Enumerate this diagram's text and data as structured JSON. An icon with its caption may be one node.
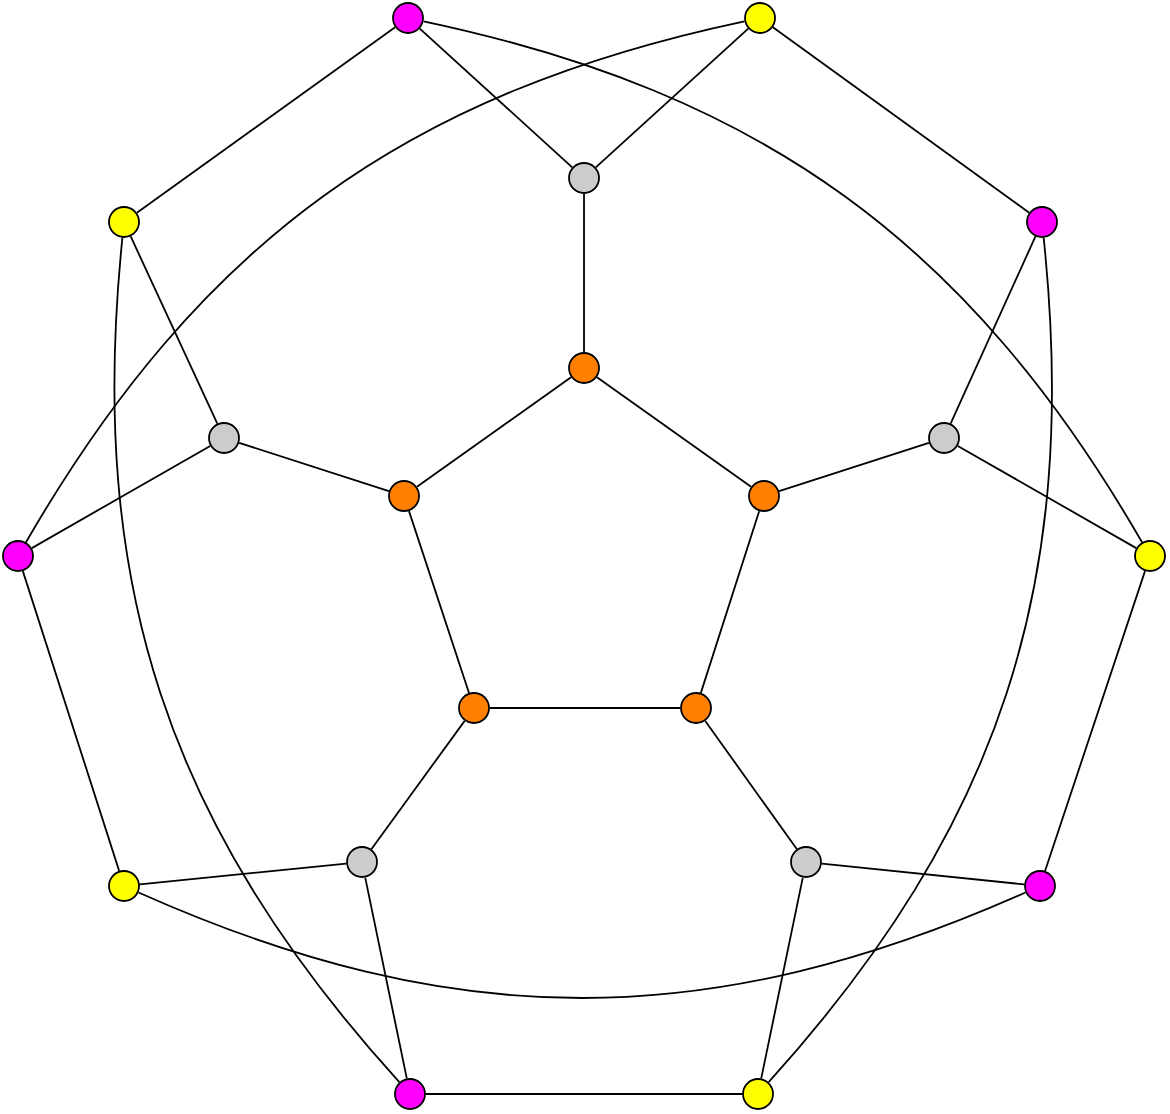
{
  "diagram": {
    "nodes": [
      {
        "text": [],
        "shape": "circle"
      },
      {
        "text": [],
        "shape": "circle"
      },
      {
        "text": [],
        "shape": "circle"
      },
      {
        "text": [],
        "shape": "circle"
      },
      {
        "text": [],
        "shape": "circle"
      },
      {
        "text": [],
        "shape": "circle"
      },
      {
        "text": [],
        "shape": "circle"
      },
      {
        "text": [],
        "shape": "circle"
      },
      {
        "text": [],
        "shape": "circle"
      },
      {
        "text": [],
        "shape": "circle"
      },
      {
        "text": [],
        "shape": "circle"
      },
      {
        "text": [],
        "shape": "circle"
      },
      {
        "text": [],
        "shape": "circle"
      },
      {
        "text": [],
        "shape": "circle"
      },
      {
        "text": [],
        "shape": "circle"
      },
      {
        "text": [],
        "shape": "circle"
      },
      {
        "text": [],
        "shape": "circle"
      },
      {
        "text": [],
        "shape": "circle"
      },
      {
        "text": [],
        "shape": "circle"
      },
      {
        "text": [],
        "shape": "circle"
      }
    ],
    "edges": [
      {
        "from": 5,
        "to": 9,
        "arrow": "none"
      },
      {
        "from": 9,
        "to": 13,
        "arrow": "none"
      },
      {
        "from": 13,
        "to": 12,
        "arrow": "none"
      },
      {
        "from": 12,
        "to": 8,
        "arrow": "none"
      },
      {
        "from": 8,
        "to": 5,
        "arrow": "none"
      },
      {
        "from": 5,
        "to": 2,
        "arrow": "none"
      },
      {
        "from": 9,
        "to": 7,
        "arrow": "none"
      },
      {
        "from": 13,
        "to": 15,
        "arrow": "none"
      },
      {
        "from": 12,
        "to": 14,
        "arrow": "none"
      },
      {
        "from": 8,
        "to": 6,
        "arrow": "none"
      },
      {
        "from": 2,
        "to": 0,
        "arrow": "none"
      },
      {
        "from": 2,
        "to": 1,
        "arrow": "none"
      },
      {
        "from": 7,
        "to": 4,
        "arrow": "none"
      },
      {
        "from": 7,
        "to": 11,
        "arrow": "none"
      },
      {
        "from": 15,
        "to": 17,
        "arrow": "none"
      },
      {
        "from": 15,
        "to": 19,
        "arrow": "none"
      },
      {
        "from": 14,
        "to": 16,
        "arrow": "none"
      },
      {
        "from": 14,
        "to": 18,
        "arrow": "none"
      },
      {
        "from": 6,
        "to": 3,
        "arrow": "none"
      },
      {
        "from": 6,
        "to": 10,
        "arrow": "none"
      },
      {
        "from": 0,
        "to": 3,
        "arrow": "none"
      },
      {
        "from": 1,
        "to": 4,
        "arrow": "none"
      },
      {
        "from": 11,
        "to": 17,
        "arrow": "none"
      },
      {
        "from": 19,
        "to": 18,
        "arrow": "none"
      },
      {
        "from": 16,
        "to": 10,
        "arrow": "none"
      },
      {
        "from": 0,
        "to": 11,
        "arrow": "none"
      },
      {
        "from": 4,
        "to": 19,
        "arrow": "none"
      },
      {
        "from": 17,
        "to": 16,
        "arrow": "none"
      },
      {
        "from": 18,
        "to": 3,
        "arrow": "none"
      },
      {
        "from": 10,
        "to": 1,
        "arrow": "none"
      }
    ]
  }
}
